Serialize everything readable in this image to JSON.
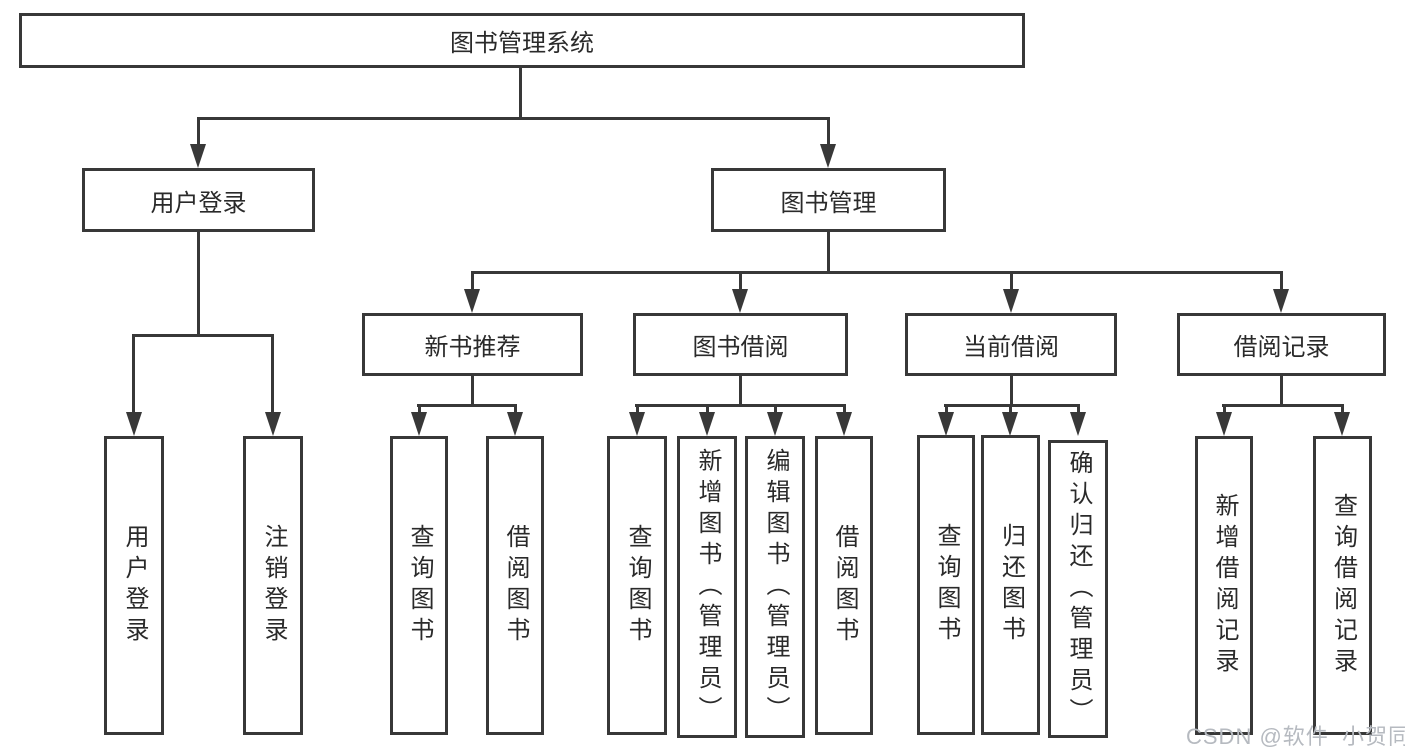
{
  "diagram_title": "图书管理系统",
  "colors": {
    "line": "#383838",
    "text": "#2a2a2a",
    "background": "#ffffff",
    "watermark": "#b6bac0"
  },
  "tree": {
    "root": "图书管理系统",
    "user_login": {
      "label": "用户登录",
      "children": [
        "用户登录",
        "注销登录"
      ]
    },
    "book_management": {
      "label": "图书管理",
      "groups": [
        {
          "label": "新书推荐",
          "children": [
            "查询图书",
            "借阅图书"
          ]
        },
        {
          "label": "图书借阅",
          "children": [
            "查询图书",
            "新增图书（管理员）",
            "编辑图书（管理员）",
            "借阅图书"
          ]
        },
        {
          "label": "当前借阅",
          "children": [
            "查询图书",
            "归还图书",
            "确认归还（管理员）"
          ]
        },
        {
          "label": "借阅记录",
          "children": [
            "新增借阅记录",
            "查询借阅记录"
          ]
        }
      ]
    }
  },
  "watermark": {
    "text": "CSDN @软件_小贺同学"
  }
}
